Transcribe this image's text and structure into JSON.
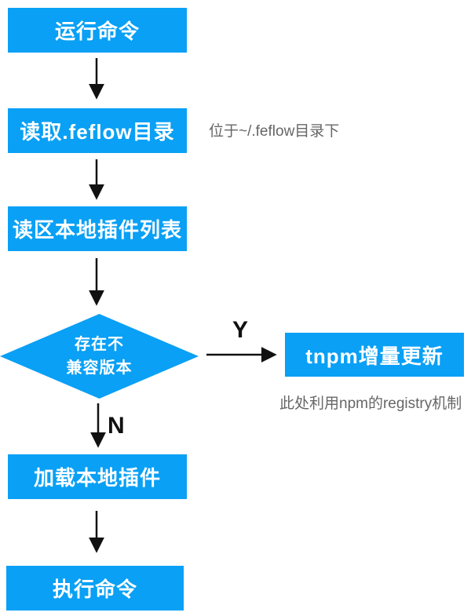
{
  "flowchart": {
    "nodes": {
      "run_command": {
        "label": "运行命令"
      },
      "read_feflow_dir": {
        "label": "读取.feflow目录"
      },
      "read_plugin_list": {
        "label": "读区本地插件列表"
      },
      "incompat_check": {
        "label_line1": "存在不",
        "label_line2": "兼容版本"
      },
      "tnpm_update": {
        "label": "tnpm增量更新"
      },
      "load_local_plugin": {
        "label": "加载本地插件"
      },
      "execute_command": {
        "label": "执行命令"
      }
    },
    "branch_labels": {
      "yes": "Y",
      "no": "N"
    },
    "annotations": {
      "feflow_dir_note": "位于~/.feflow目录下",
      "registry_note": "此处利用npm的registry机制"
    },
    "colors": {
      "node_fill": "#09a0f5",
      "node_text": "#ffffff",
      "annotation_text": "#666666",
      "arrow": "#111111"
    }
  }
}
